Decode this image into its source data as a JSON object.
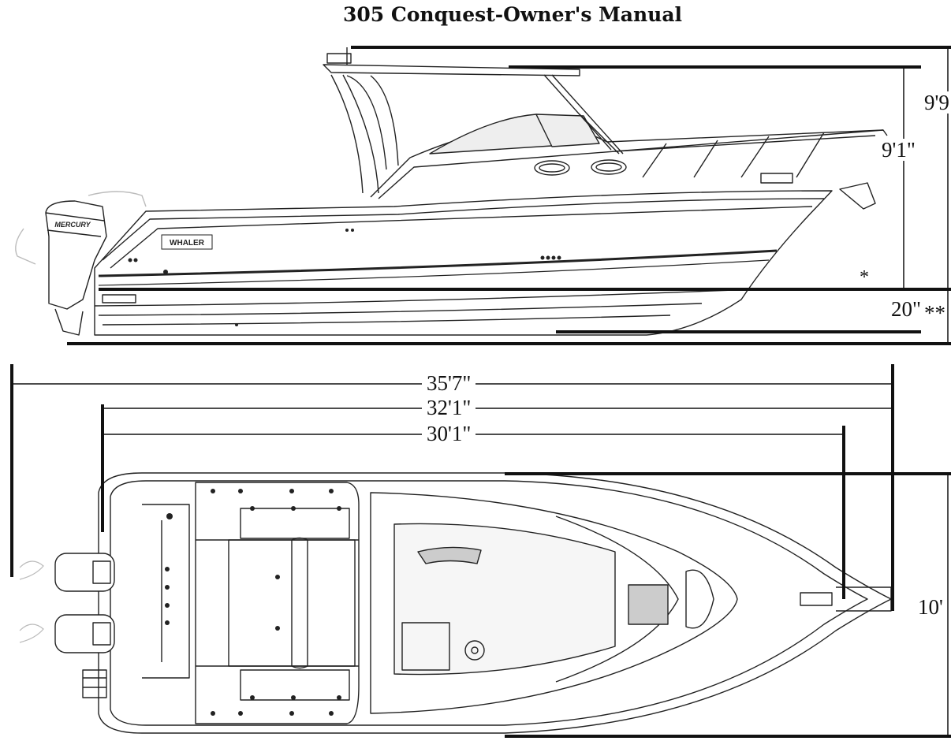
{
  "document": {
    "title": "305 Conquest-Owner's Manual"
  },
  "side_view": {
    "dimensions": {
      "overall_height": "9'9",
      "height": "9'1\"",
      "draft": "20\"",
      "single_asterisk": "*",
      "double_asterisk": "**"
    },
    "hull_decal": "WHALER",
    "engine_decal": "MERCURY"
  },
  "top_view": {
    "dimensions": {
      "length_overall": "35'7\"",
      "length_hull": "32'1\"",
      "length_deck": "30'1\"",
      "beam": "10'"
    }
  }
}
